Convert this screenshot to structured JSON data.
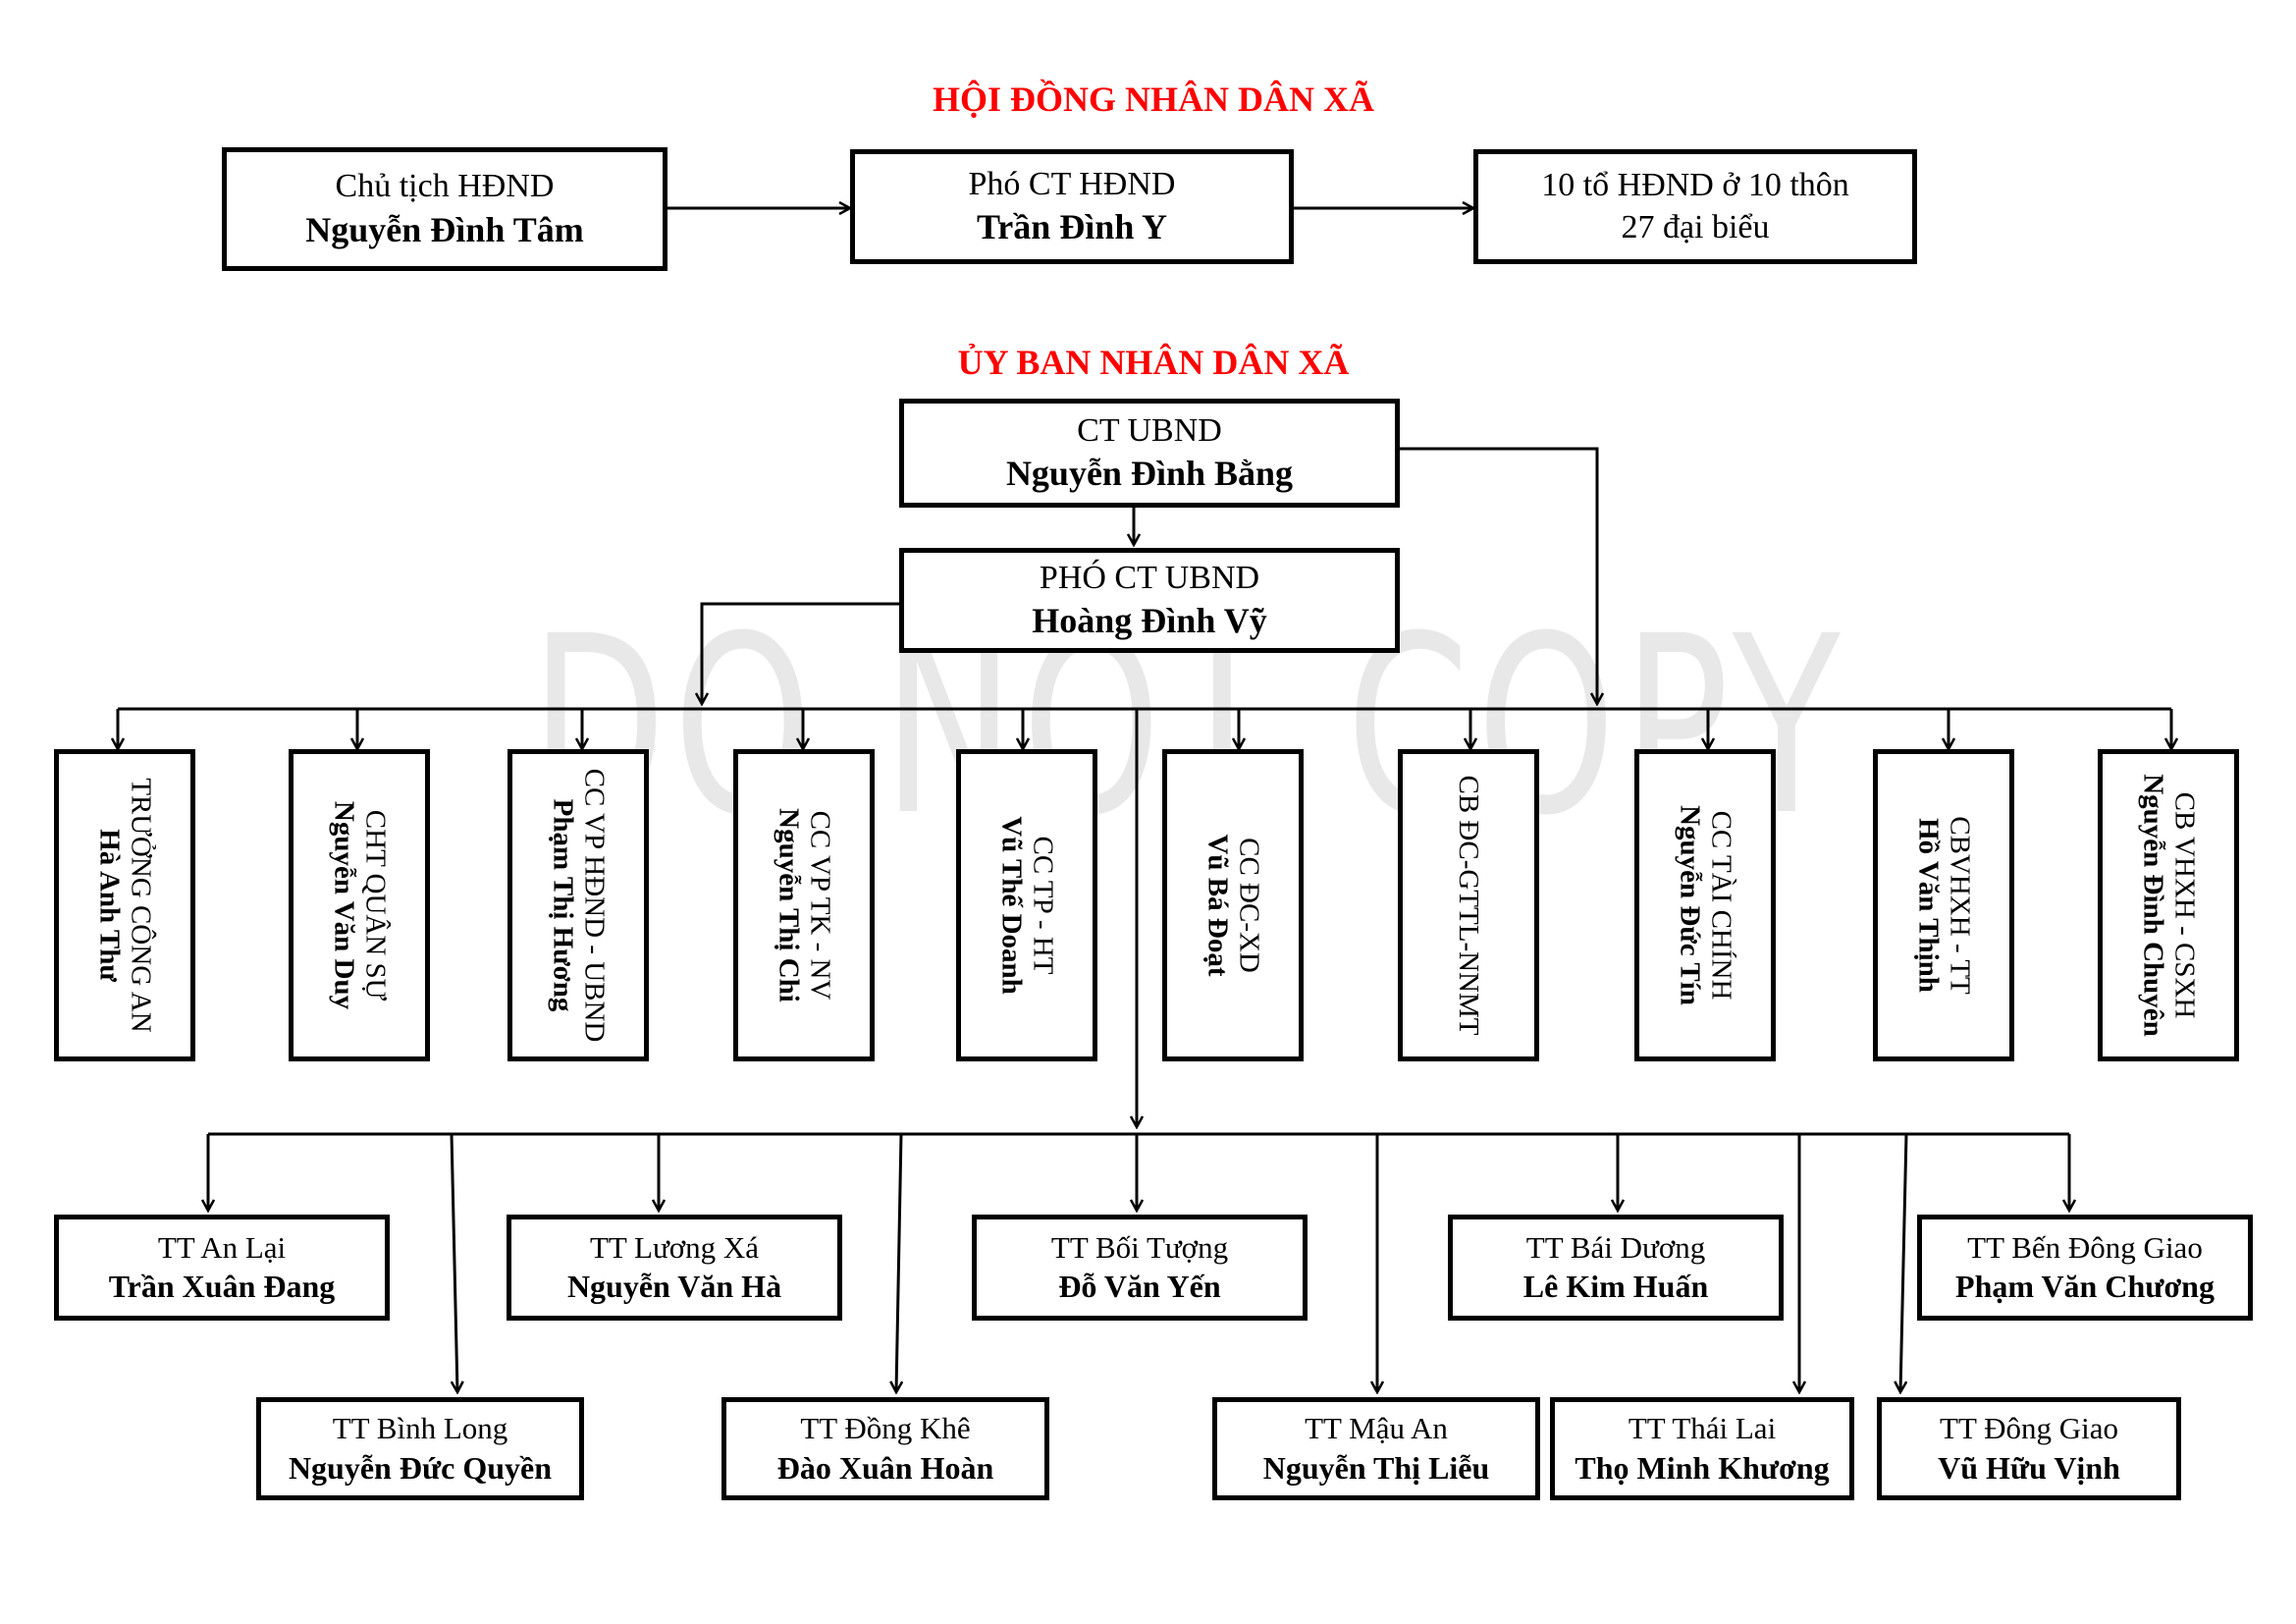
{
  "watermark": "DO NOT COPY",
  "council": {
    "title": "HỘI ĐỒNG NHÂN DÂN XÃ",
    "chair": {
      "role": "Chủ tịch HĐND",
      "name": "Nguyễn Đình Tâm"
    },
    "vice_chair": {
      "role": "Phó CT HĐND",
      "name": "Trần Đình Y"
    },
    "groups": {
      "line1": "10 tổ HĐND ở 10 thôn",
      "line2": "27 đại biểu"
    }
  },
  "committee": {
    "title": "ỦY BAN NHÂN DÂN XÃ",
    "chair": {
      "role": "CT UBND",
      "name": "Nguyễn Đình Bằng"
    },
    "vice_chair": {
      "role": "PHÓ CT UBND",
      "name": "Hoàng Đình Vỹ"
    },
    "officials": [
      {
        "role": "TRƯỞNG CÔNG AN",
        "name": "Hà Anh Thư"
      },
      {
        "role": "CHT QUÂN SỰ",
        "name": "Nguyễn Văn Duy"
      },
      {
        "role": "CC VP HĐND - UBND",
        "name": "Phạm Thị Hương"
      },
      {
        "role": "CC VP TK - NV",
        "name": "Nguyễn Thị Chi"
      },
      {
        "role": "CC TP - HT",
        "name": "Vũ Thế Doanh"
      },
      {
        "role": "CC ĐC-XD",
        "name": "Vũ Bá Đoạt"
      },
      {
        "role": "CB ĐC-GTTL-NNMT",
        "name": ""
      },
      {
        "role": "CC TÀI CHÍNH",
        "name": "Nguyễn Đức Tín"
      },
      {
        "role": "CBVHXH - TT",
        "name": "Hồ Văn Thịnh"
      },
      {
        "role": "CB VHXH - CSXH",
        "name": "Nguyễn Đình Chuyên"
      }
    ],
    "villages_top": [
      {
        "role": "TT An Lại",
        "name": "Trần Xuân Đang"
      },
      {
        "role": "TT Lương Xá",
        "name": "Nguyễn Văn Hà"
      },
      {
        "role": "TT Bối Tượng",
        "name": "Đỗ Văn Yến"
      },
      {
        "role": "TT Bái Dương",
        "name": "Lê Kim Huấn"
      },
      {
        "role": "TT Bến Đông Giao",
        "name": "Phạm Văn Chương"
      }
    ],
    "villages_bottom": [
      {
        "role": "TT Bình Long",
        "name": "Nguyễn Đức Quyền"
      },
      {
        "role": "TT Đồng Khê",
        "name": "Đào Xuân Hoàn"
      },
      {
        "role": "TT Mậu An",
        "name": "Nguyễn Thị Liễu"
      },
      {
        "role": "TT Thái Lai",
        "name": "Thọ Minh Khương"
      },
      {
        "role": "TT Đông Giao",
        "name": "Vũ Hữu Vịnh"
      }
    ]
  }
}
